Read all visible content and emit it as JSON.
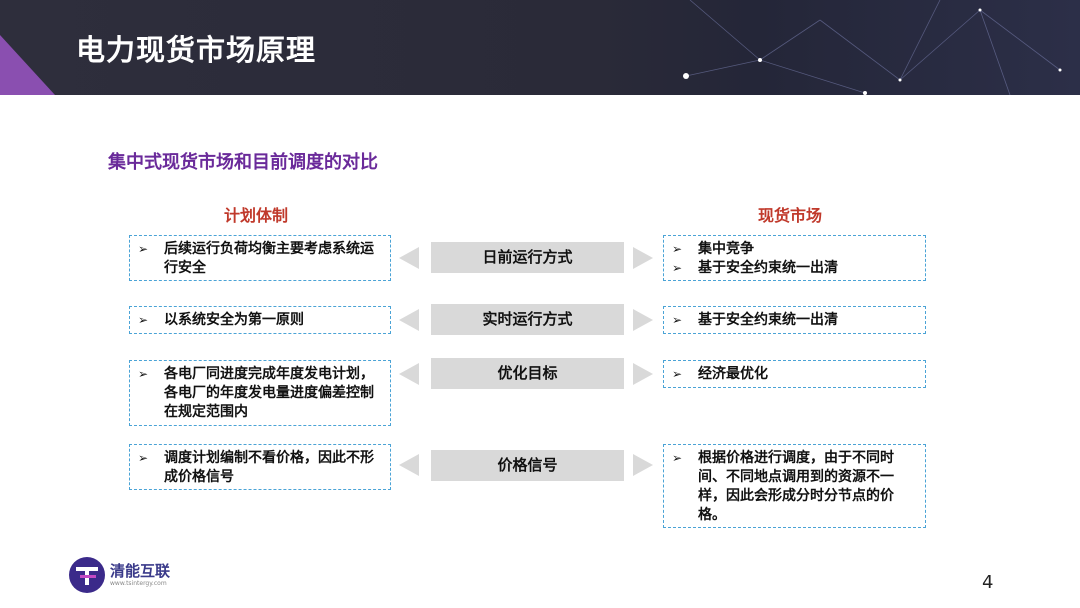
{
  "header": {
    "title": "电力现货市场原理"
  },
  "subtitle": "集中式现货市场和目前调度的对比",
  "columns": {
    "left": "计划体制",
    "right": "现货市场"
  },
  "rows": [
    {
      "left": [
        "后续运行负荷均衡主要考虑系统运行安全"
      ],
      "middle": "日前运行方式",
      "right": [
        "集中竞争",
        "基于安全约束统一出清"
      ]
    },
    {
      "left": [
        "以系统安全为第一原则"
      ],
      "middle": "实时运行方式",
      "right": [
        "基于安全约束统一出清"
      ]
    },
    {
      "left": [
        "各电厂同进度完成年度发电计划，各电厂的年度发电量进度偏差控制在规定范围内"
      ],
      "middle": "优化目标",
      "right": [
        "经济最优化"
      ]
    },
    {
      "left": [
        "调度计划编制不看价格，因此不形成价格信号"
      ],
      "middle": "价格信号",
      "right": [
        "根据价格进行调度，由于不同时间、不同地点调用到的资源不一样，因此会形成分时分节点的价格。"
      ]
    }
  ],
  "footer": {
    "logo_text": "清能互联",
    "logo_url": "www.tsintergy.com",
    "page_number": "4"
  },
  "colors": {
    "accent_purple": "#6a2a9a",
    "column_head_red": "#c0392b",
    "box_border": "#4aa3d6"
  }
}
